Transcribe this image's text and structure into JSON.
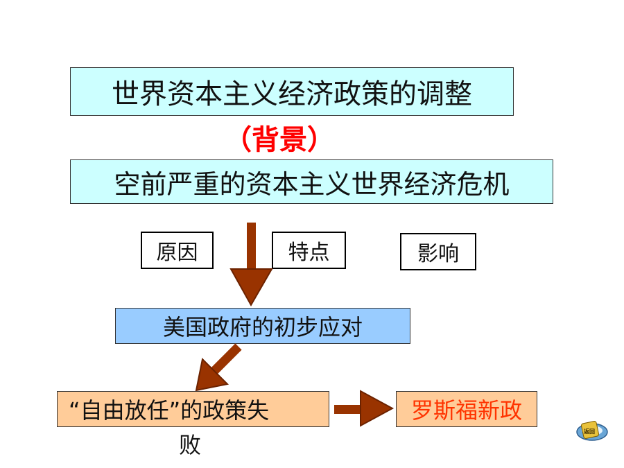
{
  "title": "世界资本主义经济政策的调整",
  "background_label": "（背景）",
  "crisis": "空前严重的资本主义世界经济危机",
  "aspects": {
    "cause": "原因",
    "feature": "特点",
    "impact": "影响"
  },
  "response": "美国政府的初步应对",
  "laissez_faire": {
    "line1": "“自由放任”的政策失",
    "line2": "败"
  },
  "new_deal": "罗斯福新政",
  "return_button": {
    "label": "返回"
  },
  "colors": {
    "title_bg": "#ccffff",
    "response_bg": "#99ccff",
    "laissez_bg": "#ffcc99",
    "accent_red": "#ff0000",
    "arrow": "#993300"
  }
}
